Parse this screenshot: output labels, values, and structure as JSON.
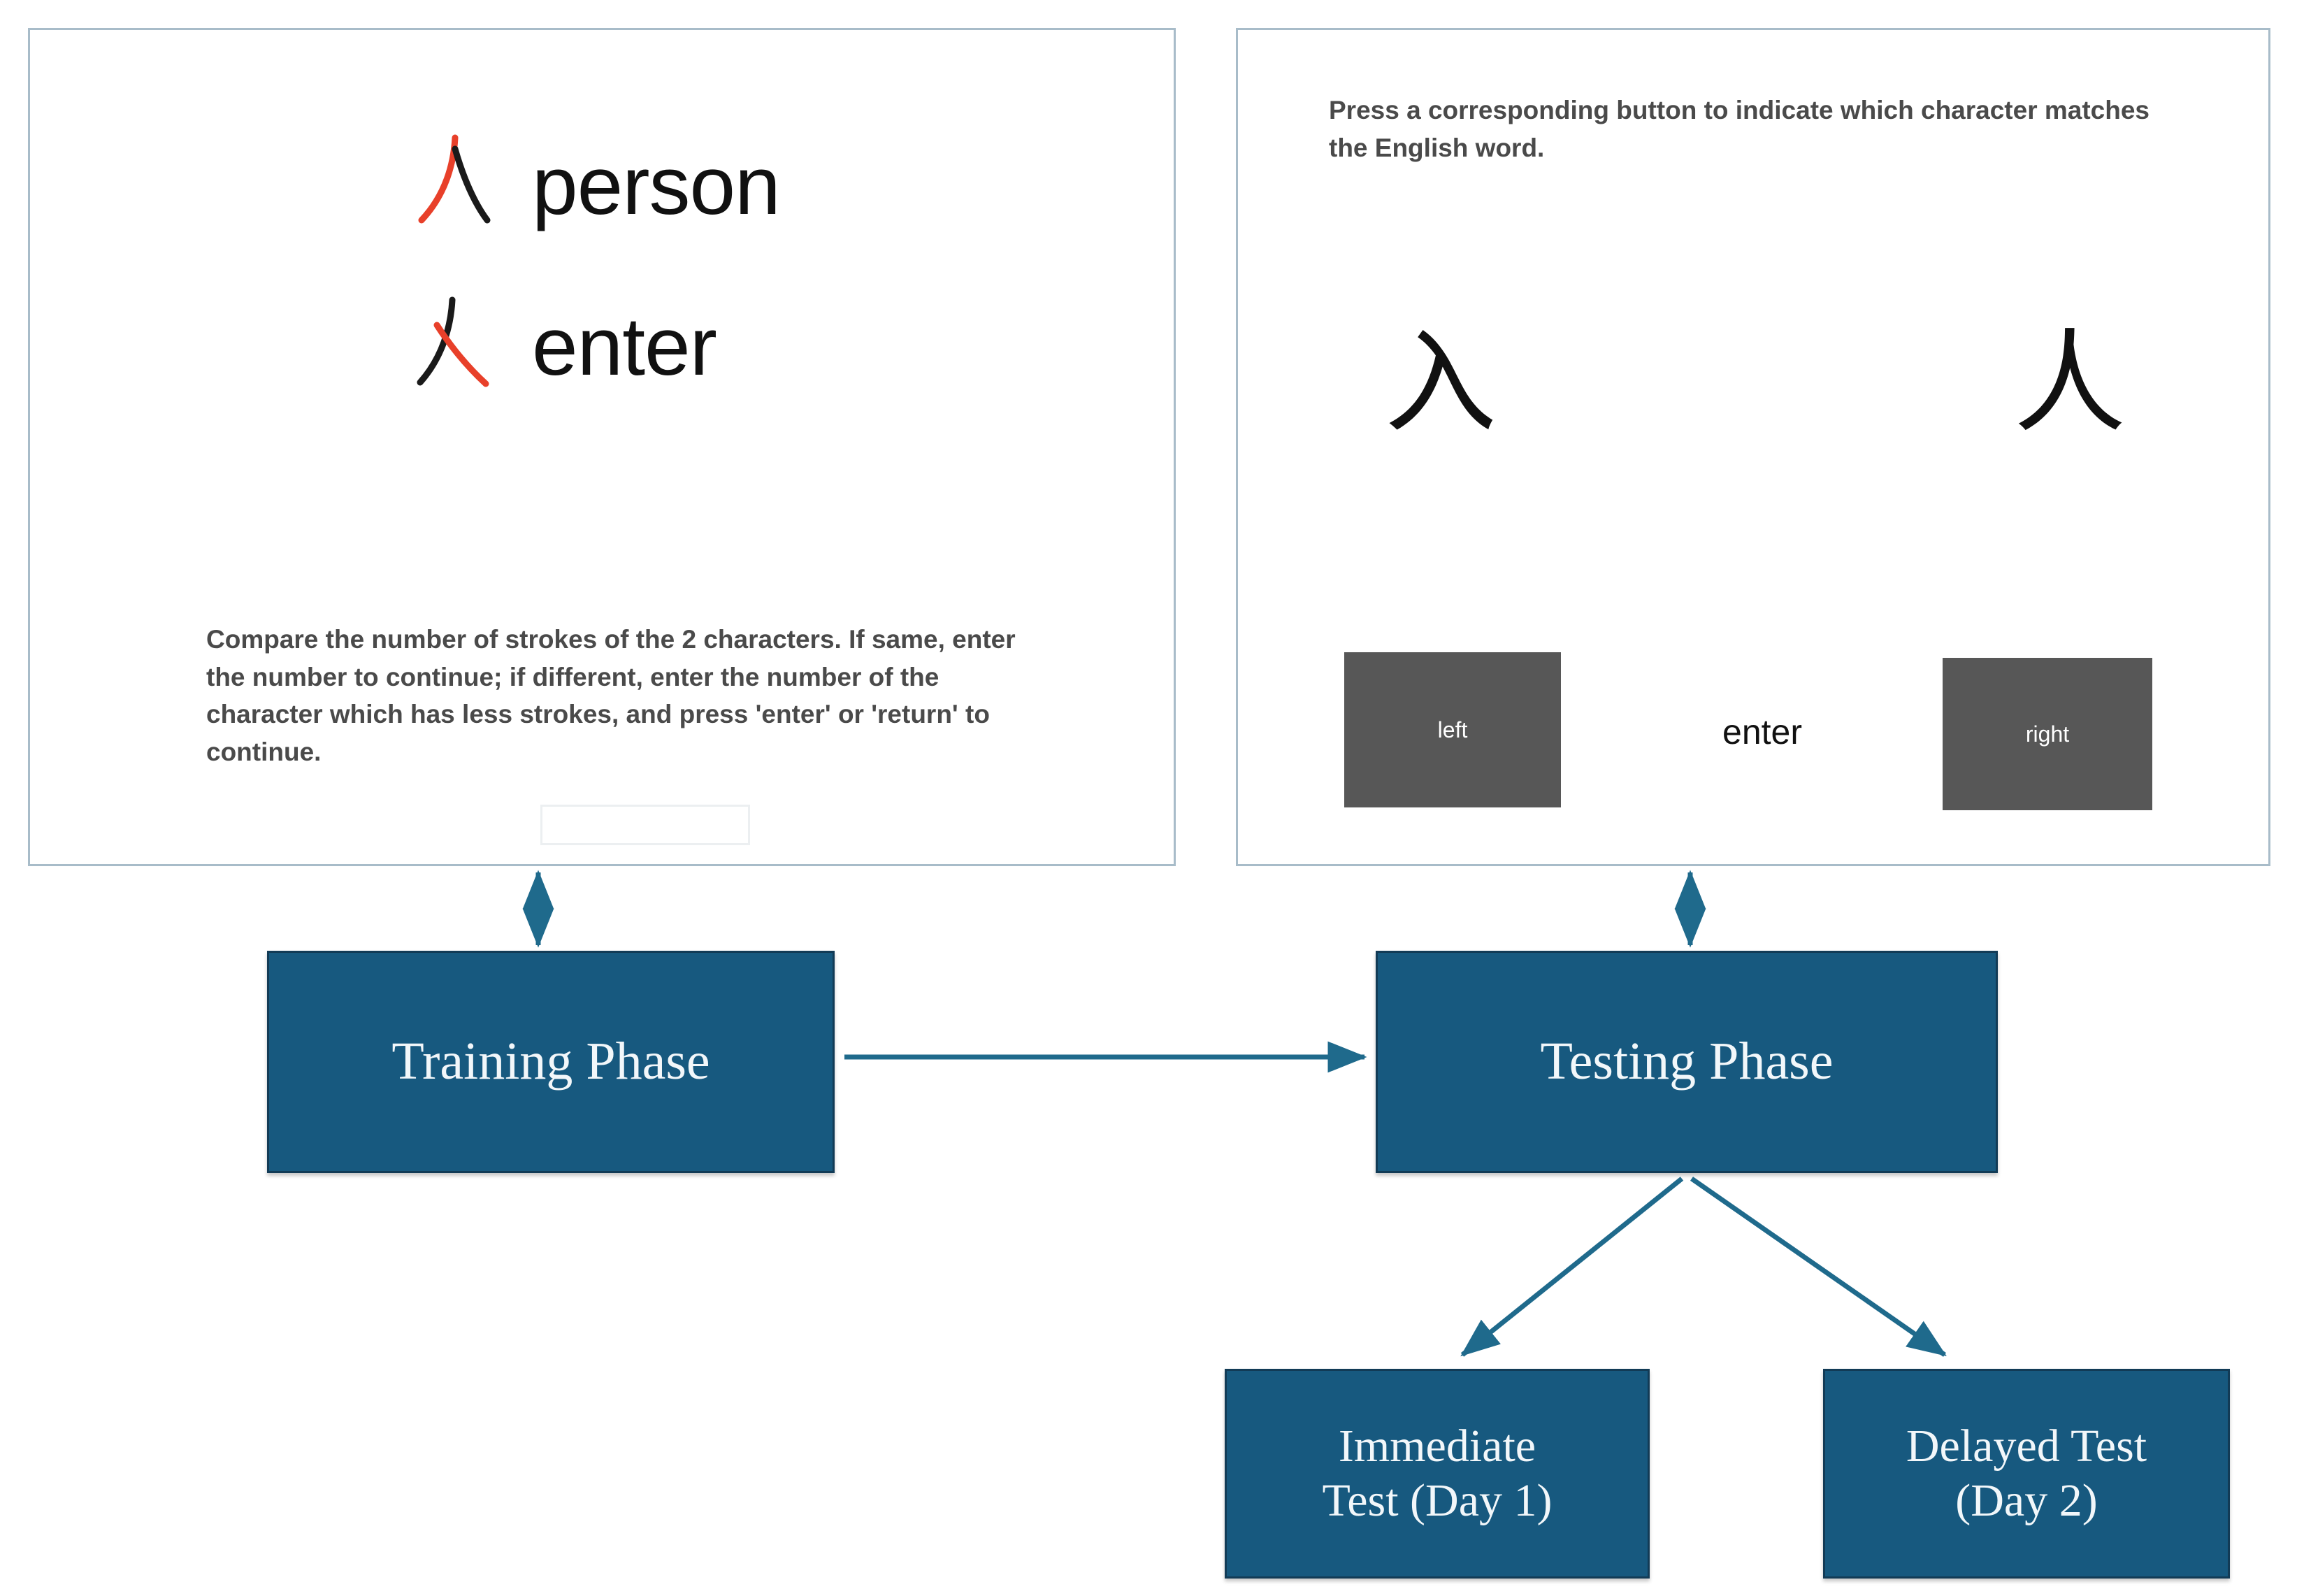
{
  "training_screen": {
    "pairs": [
      {
        "character": "人",
        "gloss": "person"
      },
      {
        "character": "入",
        "gloss": "enter"
      }
    ],
    "instruction": "Compare the number of strokes of the 2 characters. If same, enter the number to continue; if different, enter the number of the character which has less strokes, and press 'enter' or 'return' to continue.",
    "input_value": "",
    "input_placeholder": ""
  },
  "testing_screen": {
    "instruction": "Press a corresponding button to indicate which character matches the English word.",
    "choice_left": "入",
    "choice_right": "人",
    "button_left_label": "left",
    "button_right_label": "right",
    "enter_label": "enter"
  },
  "flow": {
    "training_phase": "Training Phase",
    "testing_phase": "Testing Phase",
    "immediate_test_line1": "Immediate",
    "immediate_test_line2": "Test (Day 1)",
    "delayed_test_line1": "Delayed Test",
    "delayed_test_line2": "(Day 2)"
  },
  "colors": {
    "box_fill": "#17597f",
    "box_border": "#123b56",
    "panel_border": "#a8bcc9",
    "connector": "#1f6a8c",
    "button_gray": "#575757",
    "stroke_highlight": "#e8402a"
  }
}
